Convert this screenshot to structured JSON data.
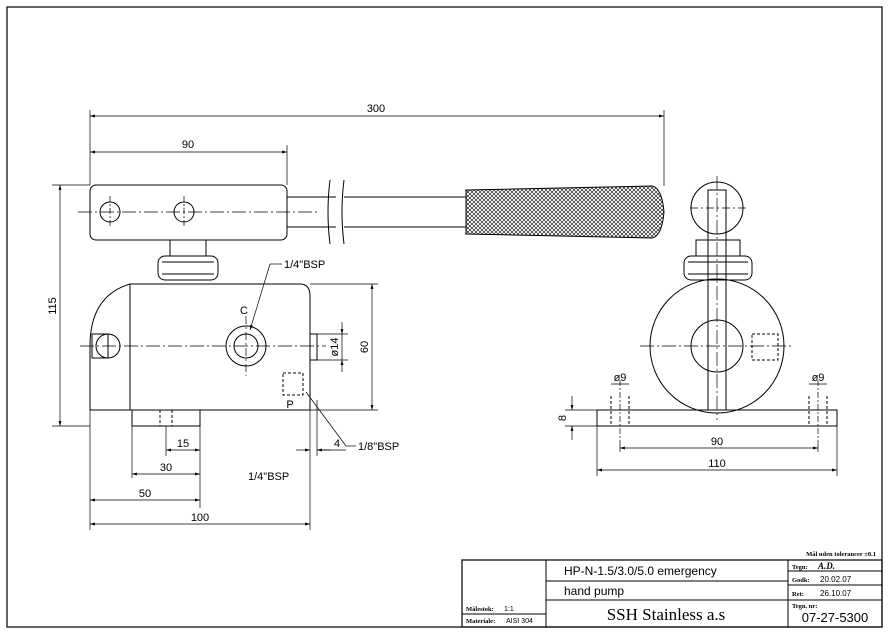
{
  "drawing": {
    "dimensions": {
      "overall_length": "300",
      "lever_length": "90",
      "height": "115",
      "body_height": "60",
      "port_dia": "ø14",
      "dim_15": "15",
      "dim_30": "30",
      "dim_50": "50",
      "dim_100": "100",
      "dim_4": "4",
      "hole_left": "ø9",
      "hole_right": "ø9",
      "foot_thickness": "8",
      "hole_spacing": "90",
      "base_width": "110"
    },
    "callouts": {
      "top_port": "1/4\"BSP",
      "side_port": "1/8\"BSP",
      "bottom_port": "1/4\"BSP",
      "port_c": "C",
      "port_p": "P"
    }
  },
  "title_block": {
    "tolerance_note": "Mål uden tolerancer ±0.1",
    "description_line1": "HP-N-1.5/3.0/5.0 emergency",
    "description_line2": "hand pump",
    "company": "SSH Stainless a.s",
    "scale_label": "Målestok:",
    "scale_value": "1:1",
    "material_label": "Materiale:",
    "material_value": "AISI 304",
    "drawn_label": "Tegn:",
    "drawn_value": "A.D.",
    "approved_label": "Godk:",
    "approved_value": "20.02.07",
    "revised_label": "Ret:",
    "revised_value": "26.10.07",
    "drawing_no_label": "Tegn. nr:",
    "drawing_no_value": "07-27-5300"
  },
  "colors": {
    "line": "#000000",
    "paper": "#ffffff"
  }
}
